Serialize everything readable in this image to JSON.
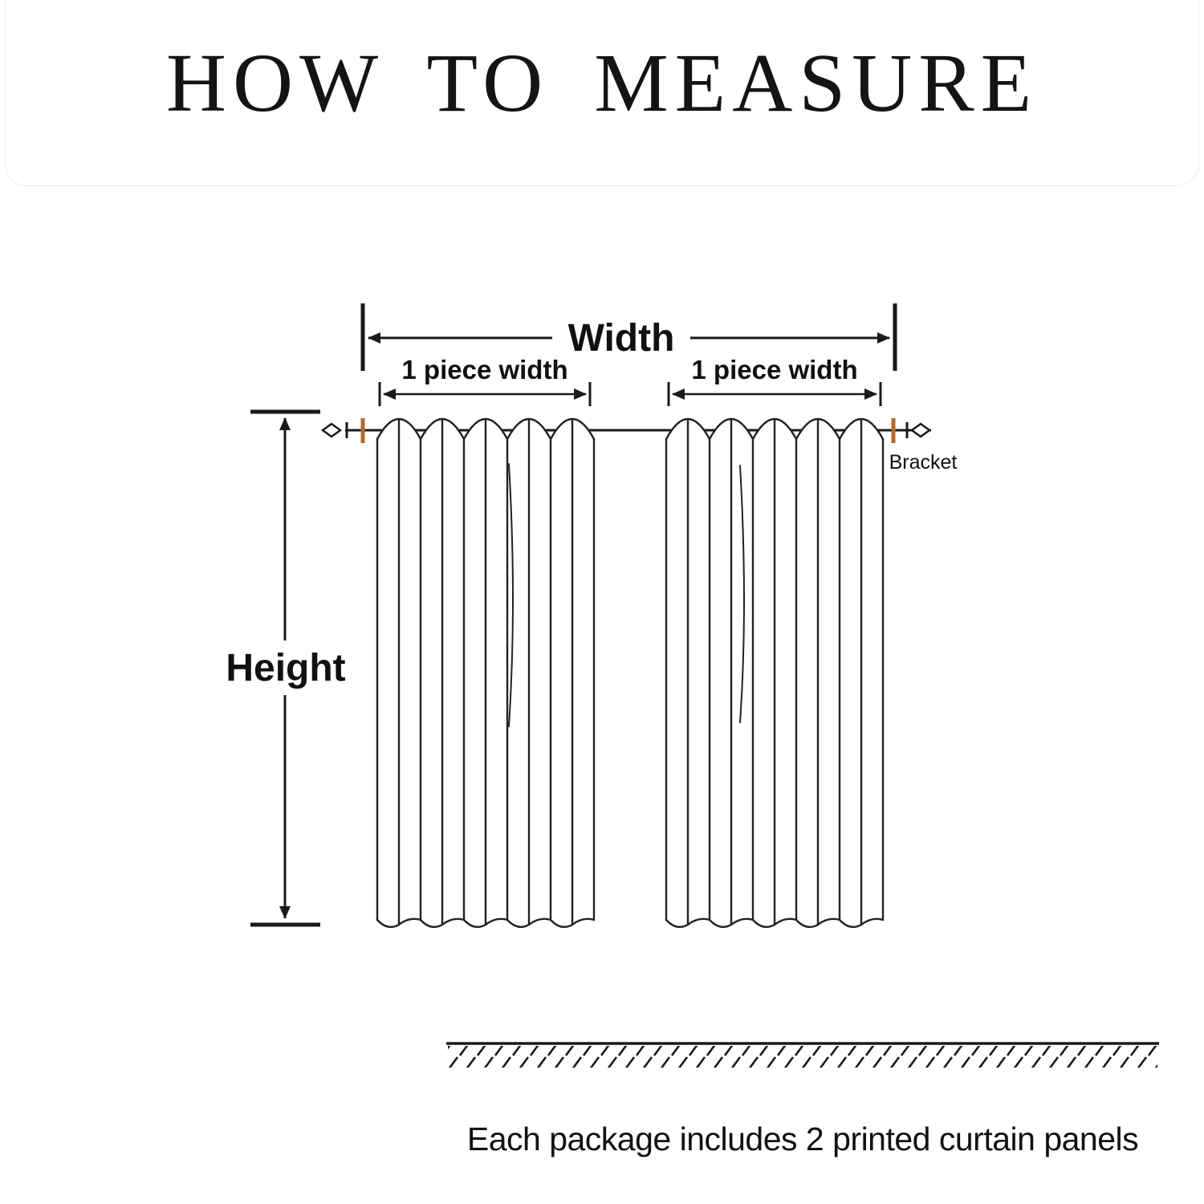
{
  "title": "HOW TO MEASURE",
  "diagram": {
    "width_label": "Width",
    "piece_width_left": "1 piece width",
    "piece_width_right": "1 piece width",
    "height_label": "Height",
    "bracket_label": "Bracket"
  },
  "footer": {
    "note": "Each package includes 2 printed curtain panels"
  },
  "colors": {
    "line": "#1a1a1a",
    "bracket_mark": "#b06a30"
  }
}
